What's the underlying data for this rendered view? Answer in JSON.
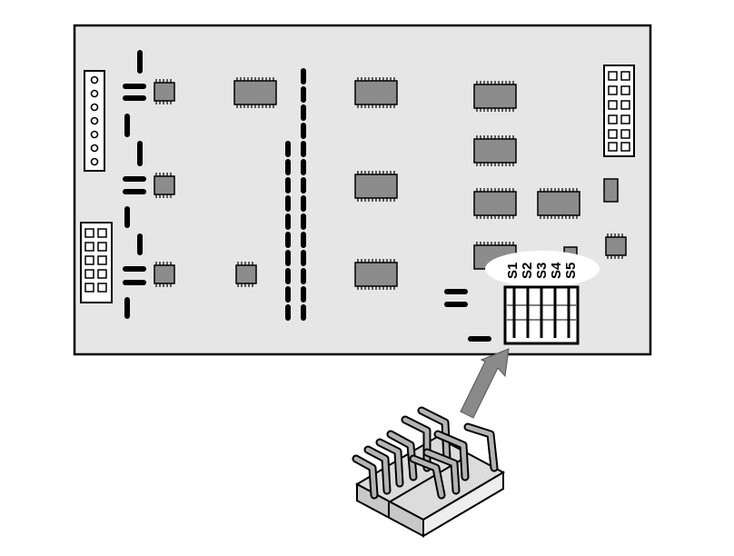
{
  "jumper_block": {
    "labels": [
      "S1",
      "S2",
      "S3",
      "S4",
      "S5"
    ]
  },
  "colors": {
    "board": "#e6e6e6",
    "chip": "#8c8c8c",
    "outline": "#000000",
    "arrow": "#8a8a8a",
    "label_bubble": "#ffffff"
  },
  "icons": {
    "board": "circuit-board",
    "jumper": "jumper-shunt-block",
    "arrow": "callout-arrow"
  }
}
